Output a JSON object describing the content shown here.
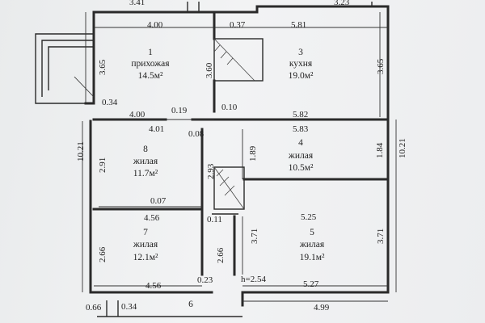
{
  "rooms": [
    {
      "number": "1",
      "name": "прихожая",
      "area": "14.5м²"
    },
    {
      "number": "3",
      "name": "кухня",
      "area": "19.0м²"
    },
    {
      "number": "8",
      "name": "жилая",
      "area": "11.7м²"
    },
    {
      "number": "4",
      "name": "жилая",
      "area": "10.5м²"
    },
    {
      "number": "7",
      "name": "жилая",
      "area": "12.1м²"
    },
    {
      "number": "5",
      "name": "жилая",
      "area": "19.1м²"
    },
    {
      "number": "6",
      "name": "",
      "area": ""
    }
  ],
  "dimensions": {
    "top_left": "3.41",
    "top_right": "3.23",
    "room1_width": "4.00",
    "small_037": "0.37",
    "room3_width": "5.81",
    "room1_height": "3.65",
    "stair_height": "3.60",
    "room3_height": "3.65",
    "small_034_top": "0.34",
    "mid_400": "4.00",
    "small_019": "0.19",
    "small_010": "0.10",
    "mid_582": "5.82",
    "mid_401": "4.01",
    "small_008": "0.08",
    "mid_583": "5.83",
    "overall_left": "10.21",
    "room8_height": "2.91",
    "stair_lower": "2.93",
    "room4_left_height": "1.89",
    "room4_right_height": "1.84",
    "overall_right": "10.21",
    "small_007": "0.07",
    "mid_456_upper": "4.56",
    "small_011": "0.11",
    "room5_top": "5.25",
    "room7_height": "2.66",
    "corr_height": "2.66",
    "room5_left_height": "3.71",
    "room5_right_height": "3.71",
    "ceiling_height": "h=2.54",
    "mid_456_lower": "4.56",
    "small_023": "0.23",
    "room5_bottom": "5.27",
    "bottom_066": "0.66",
    "bottom_034": "0.34",
    "bottom_499": "4.99"
  }
}
